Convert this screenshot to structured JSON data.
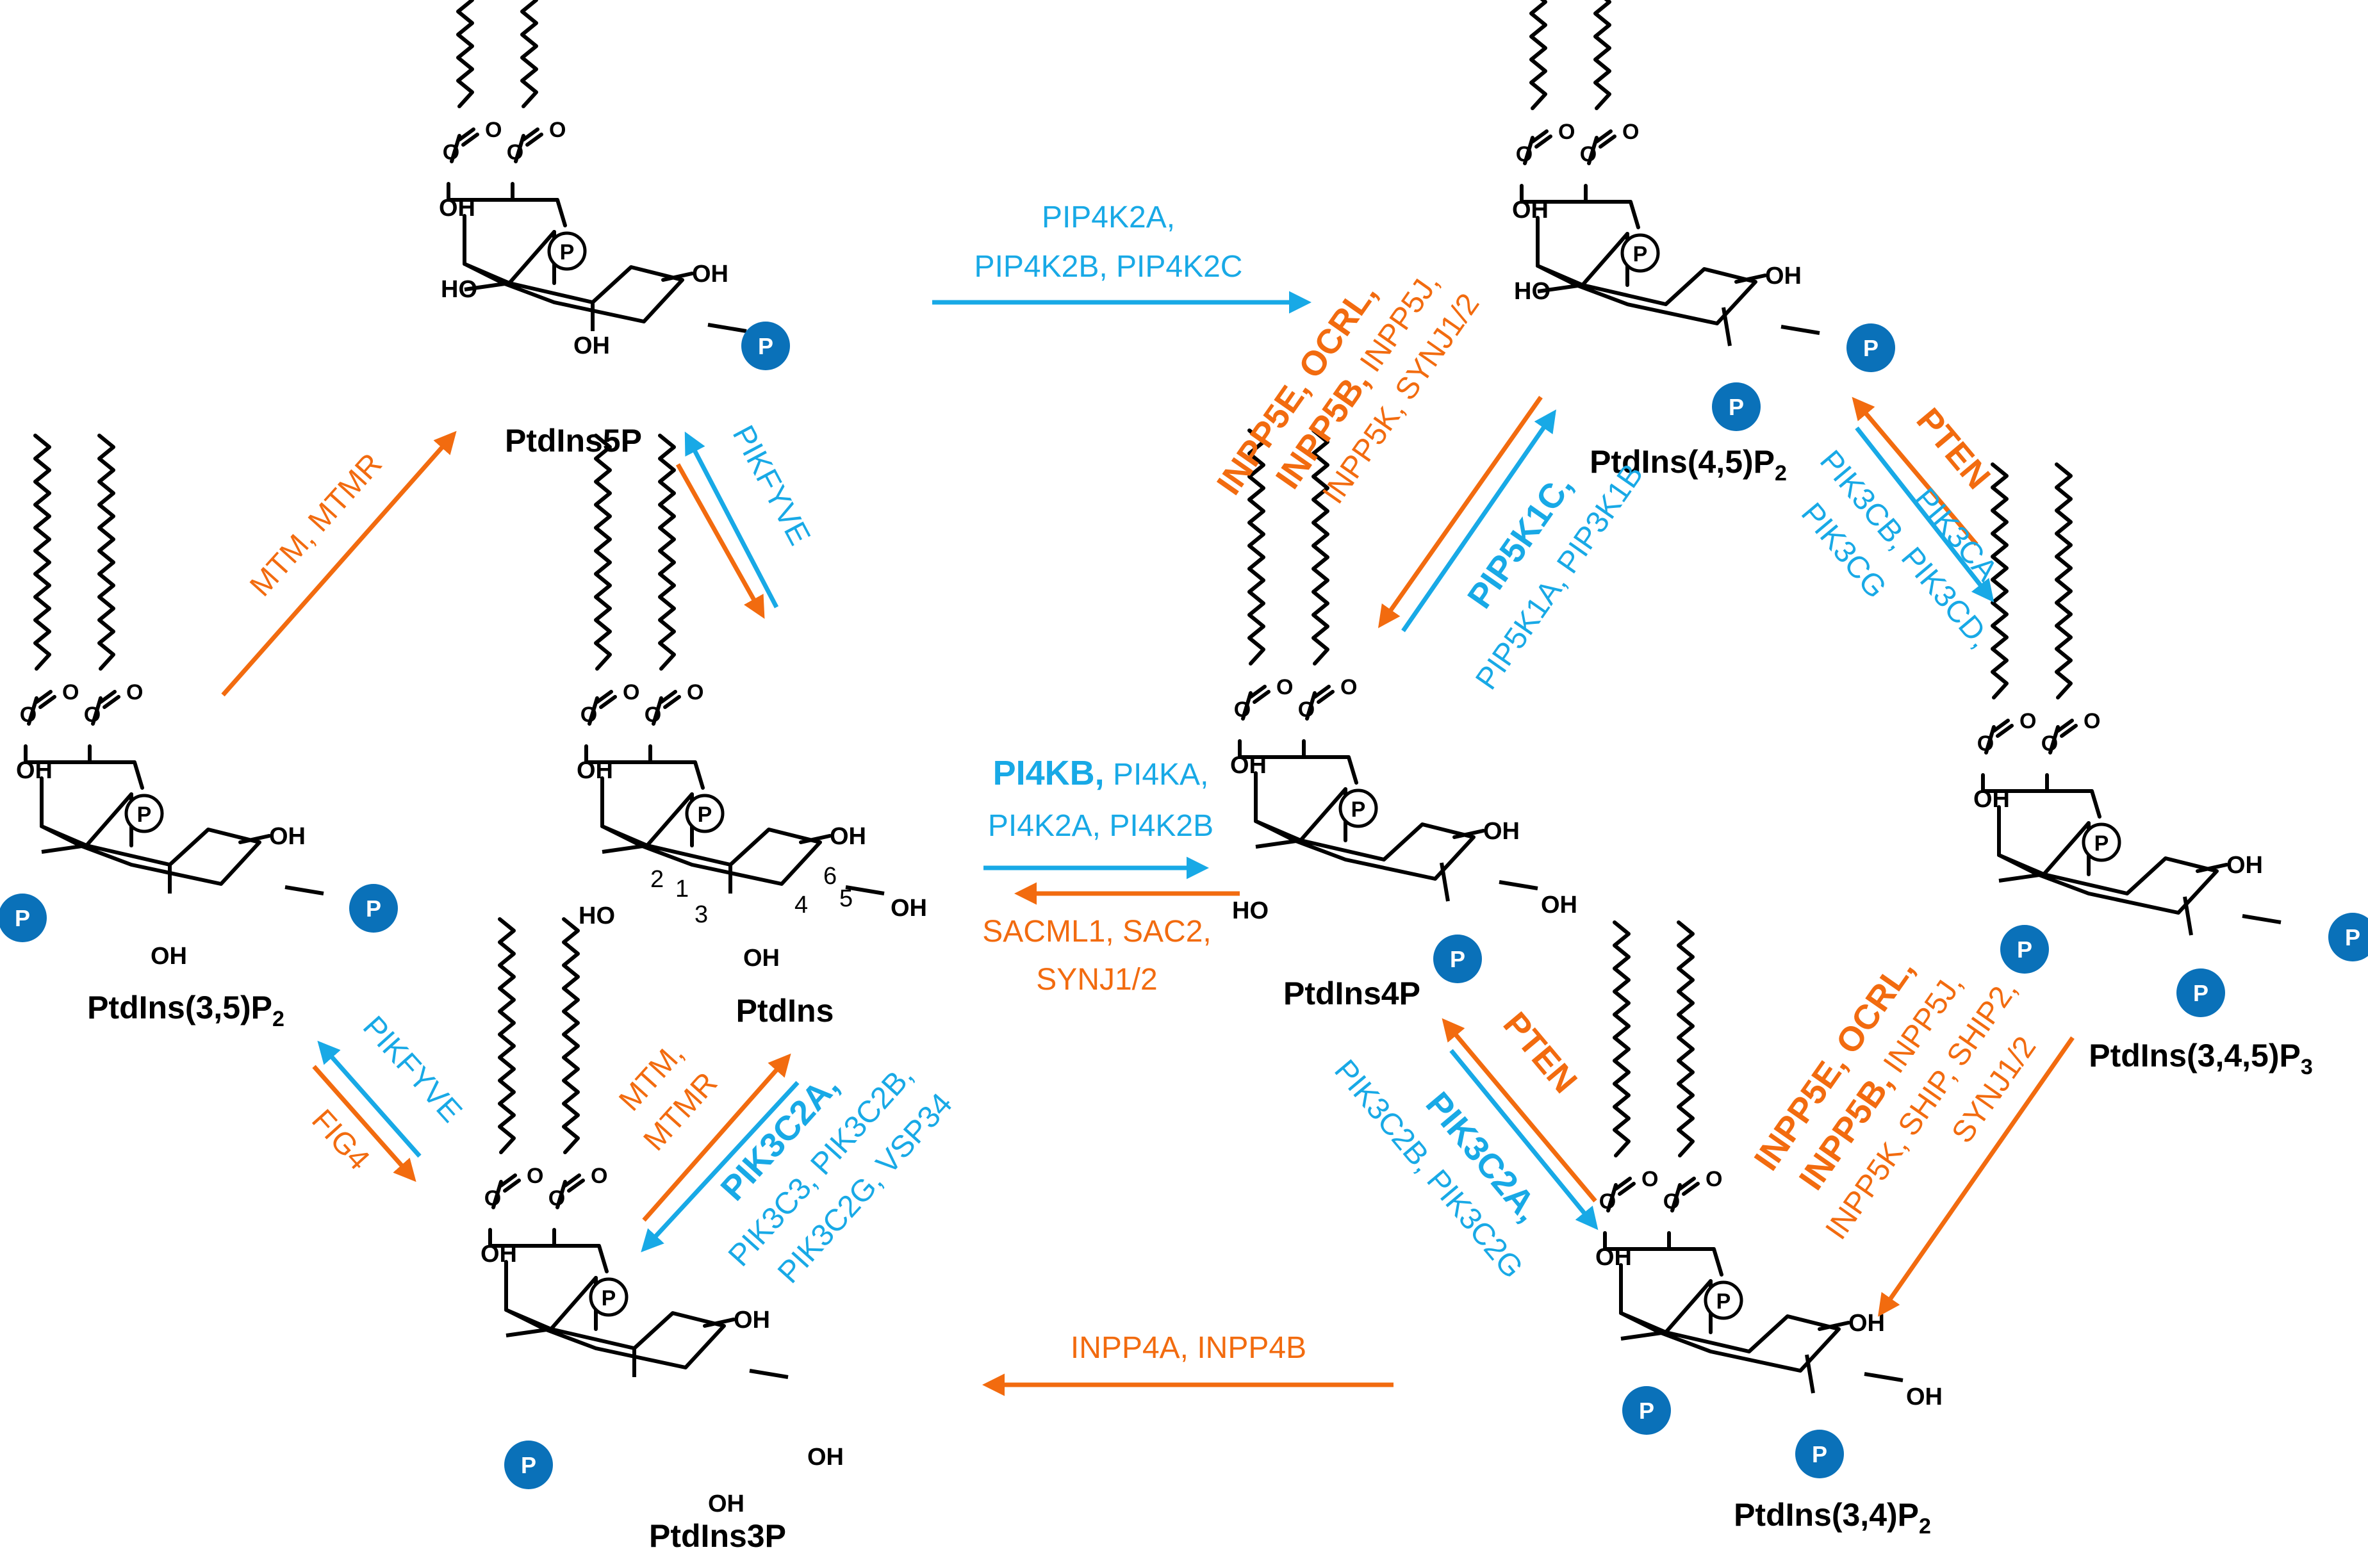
{
  "colors": {
    "orange": "#f26b0f",
    "blue": "#18a9e6",
    "phosphate": "#0a71b9",
    "black": "#000000"
  },
  "atoms": {
    "hydroxyl": "OH",
    "hydroxyl_left": "HO",
    "oxygen": "O",
    "carbonyl": "O",
    "phosphate": "P"
  },
  "molecules": [
    {
      "name": "PtdIns5P",
      "sub": ""
    },
    {
      "name": "PtdIns(4,5)P",
      "sub": "2"
    },
    {
      "name": "PtdIns(3,5)P",
      "sub": "2"
    },
    {
      "name": "PtdIns",
      "sub": ""
    },
    {
      "name": "PtdIns4P",
      "sub": ""
    },
    {
      "name": "PtdIns(3,4,5)P",
      "sub": "3"
    },
    {
      "name": "PtdIns3P",
      "sub": ""
    },
    {
      "name": "PtdIns(3,4)P",
      "sub": "2"
    }
  ],
  "ring_numbers": [
    "1",
    "2",
    "3",
    "4",
    "5",
    "6"
  ],
  "enzymes": {
    "pip4k": [
      "PIP4K2A,",
      "PIP4K2B, PIP4K2C"
    ],
    "mtm_top": "MTM, MTMR",
    "pikfyve_top": "PIKFYVE",
    "pi4kb_bold": "PI4KB,",
    "pi4k_rest": " PI4KA,",
    "pi4k_line2": "PI4K2A, PI4K2B",
    "sac": [
      "SACML1, SAC2,",
      "SYNJ1/2"
    ],
    "inpp5e_top_bold": "INPP5E, OCRL,",
    "inpp5b_top_bold": "INPP5B,",
    "inpp5b_top_rest": " INPP5J,",
    "inpp5k_top": "INPP5K, SYNJ1/2",
    "pip5k1c_bold": "PIP5K1C,",
    "pip5k1a": "PIP5K1A, PIP3K1B",
    "pten_top": "PTEN",
    "pik3ca": [
      "PIK3CA,",
      "PIK3CB, PIK3CD,",
      "PIK3CG"
    ],
    "pikfyve_left": "PIKFYVE",
    "fig4": "FIG4",
    "mtm_mid": [
      "MTM,",
      "MTMR"
    ],
    "pik3c2a_left_bold": "PIK3C2A,",
    "pik3c3": [
      "PIK3C3, PIK3C2B,",
      "PIK3C2G, VSP34"
    ],
    "pten_mid": "PTEN",
    "pik3c2a_right_bold": "PIK3C2A,",
    "pik3c2b": "PIK3C2B, PIK3C2G",
    "inpp5e_low_bold": "INPP5E, OCRL,",
    "inpp5b_low_bold": "INPP5B,",
    "inpp5b_low_rest": " INPP5J,",
    "inpp5k_low": "INPP5K, SHIP, SHIP2,",
    "synj_low": "SYNJ1/2",
    "inpp4": "INPP4A, INPP4B"
  }
}
